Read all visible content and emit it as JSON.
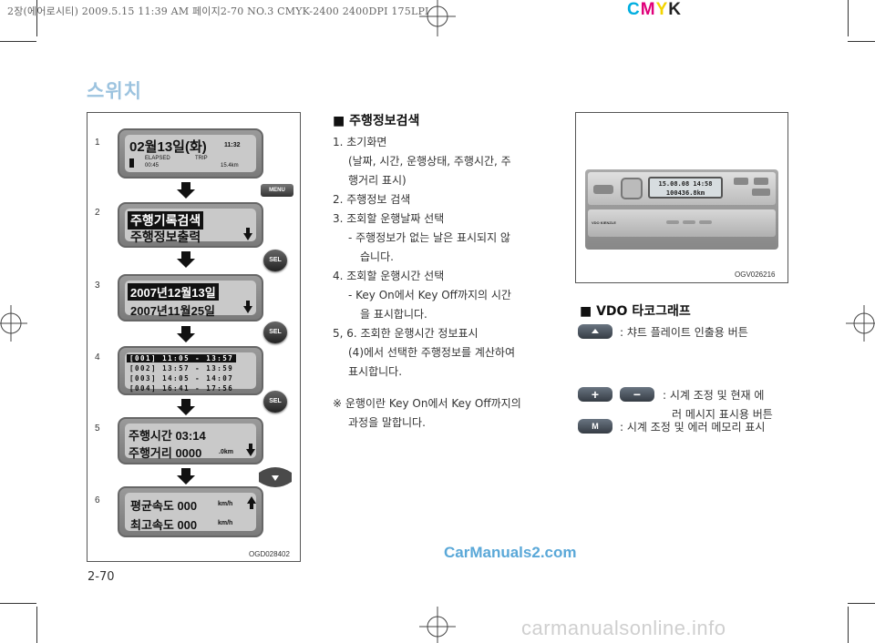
{
  "print_header": "2장(에어로시티)  2009.5.15 11:39 AM  페이지2-70   NO.3 CMYK-2400 2400DPI 175LPI",
  "cmyk": {
    "c": "C",
    "m": "M",
    "y": "Y",
    "k": "K"
  },
  "section_title": "스위치",
  "page_number": "2-70",
  "left_figure": {
    "steps": [
      "1",
      "2",
      "3",
      "4",
      "5",
      "6"
    ],
    "screen1": {
      "date": "02월13일(화)",
      "time": "11:32",
      "elapsed_label": "ELAPSED",
      "trip_label": "TRIP",
      "elapsed_value": "00:45",
      "trip_value": "15.4km"
    },
    "screen2": {
      "line1": "주행기록검색",
      "line2": "주행정보출력"
    },
    "screen3": {
      "line1": "2007년12월13일",
      "line2": "2007년11월25일"
    },
    "screen4": {
      "lines": [
        "[001] 11:05 - 13:57",
        "[002] 13:57 - 13:59",
        "[003] 14:05 - 14:07",
        "[004] 16:41 - 17:56"
      ]
    },
    "screen5": {
      "line1": "주행시간 03:14",
      "line2": "주행거리 0000",
      "unit": ".0km"
    },
    "screen6": {
      "line1": "평균속도 000",
      "line2": "최고속도 000",
      "unit": "km/h"
    },
    "buttons": {
      "menu": "MENU",
      "sel": "SEL"
    },
    "code": "OGD028402"
  },
  "middle": {
    "heading": "■  주행정보검색",
    "lines": [
      "1. 초기화면",
      "(날짜, 시간, 운행상태, 주행시간, 주",
      "행거리 표시)",
      "2. 주행정보 검색",
      "3. 조회할 운행날짜 선택",
      "- 주행정보가 없는 날은 표시되지 않",
      "습니다.",
      "4. 조회할 운행시간 선택",
      "- Key On에서 Key Off까지의 시간",
      "을 표시합니다.",
      "5, 6. 조회한 운행시간 정보표시",
      "(4)에서 선택한 주행정보를 계산하여",
      "표시합니다.",
      "※ 운행이란 Key On에서 Key Off까지의",
      "과정을 말합니다."
    ]
  },
  "right_figure": {
    "screen_line1": "15.08.08 14:58",
    "screen_line2": "100436.8km",
    "brand": "VDO KIENZLE",
    "code": "OGV026216"
  },
  "vdo": {
    "heading": "■  VDO 타코그래프",
    "item1": ": 챠트 플레이트 인출용 버튼",
    "item2_line1": ": 시계  조정  및  현재  에",
    "item2_line2": "러 메시지 표시용 버튼",
    "item3": ": 시계 조정 및 에러 메모리 표시",
    "plus": "+",
    "minus": "−",
    "m": "M"
  },
  "watermark": "CarManuals2.com",
  "footer_mark": "carmanualsonline.info"
}
